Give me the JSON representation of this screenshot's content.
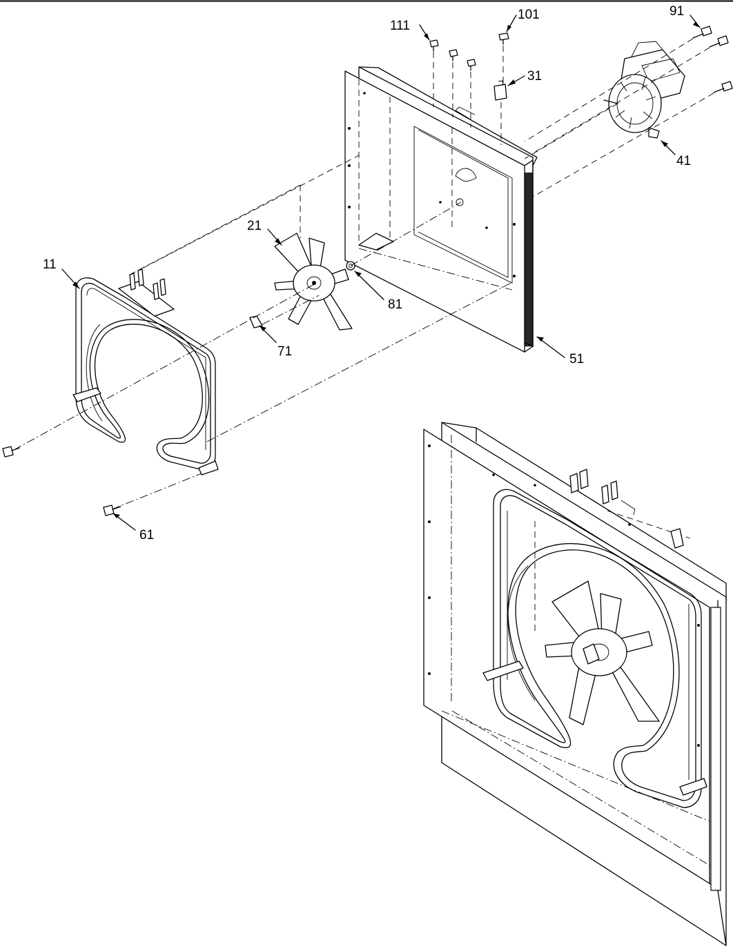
{
  "diagram": {
    "callouts": [
      "111",
      "101",
      "91",
      "31",
      "41",
      "21",
      "11",
      "81",
      "71",
      "51",
      "61"
    ]
  },
  "icons": {
    "fan_blade": "fan-blade-icon",
    "heating_element": "heating-element-icon",
    "motor": "fan-motor-icon",
    "screw": "screw-icon"
  }
}
